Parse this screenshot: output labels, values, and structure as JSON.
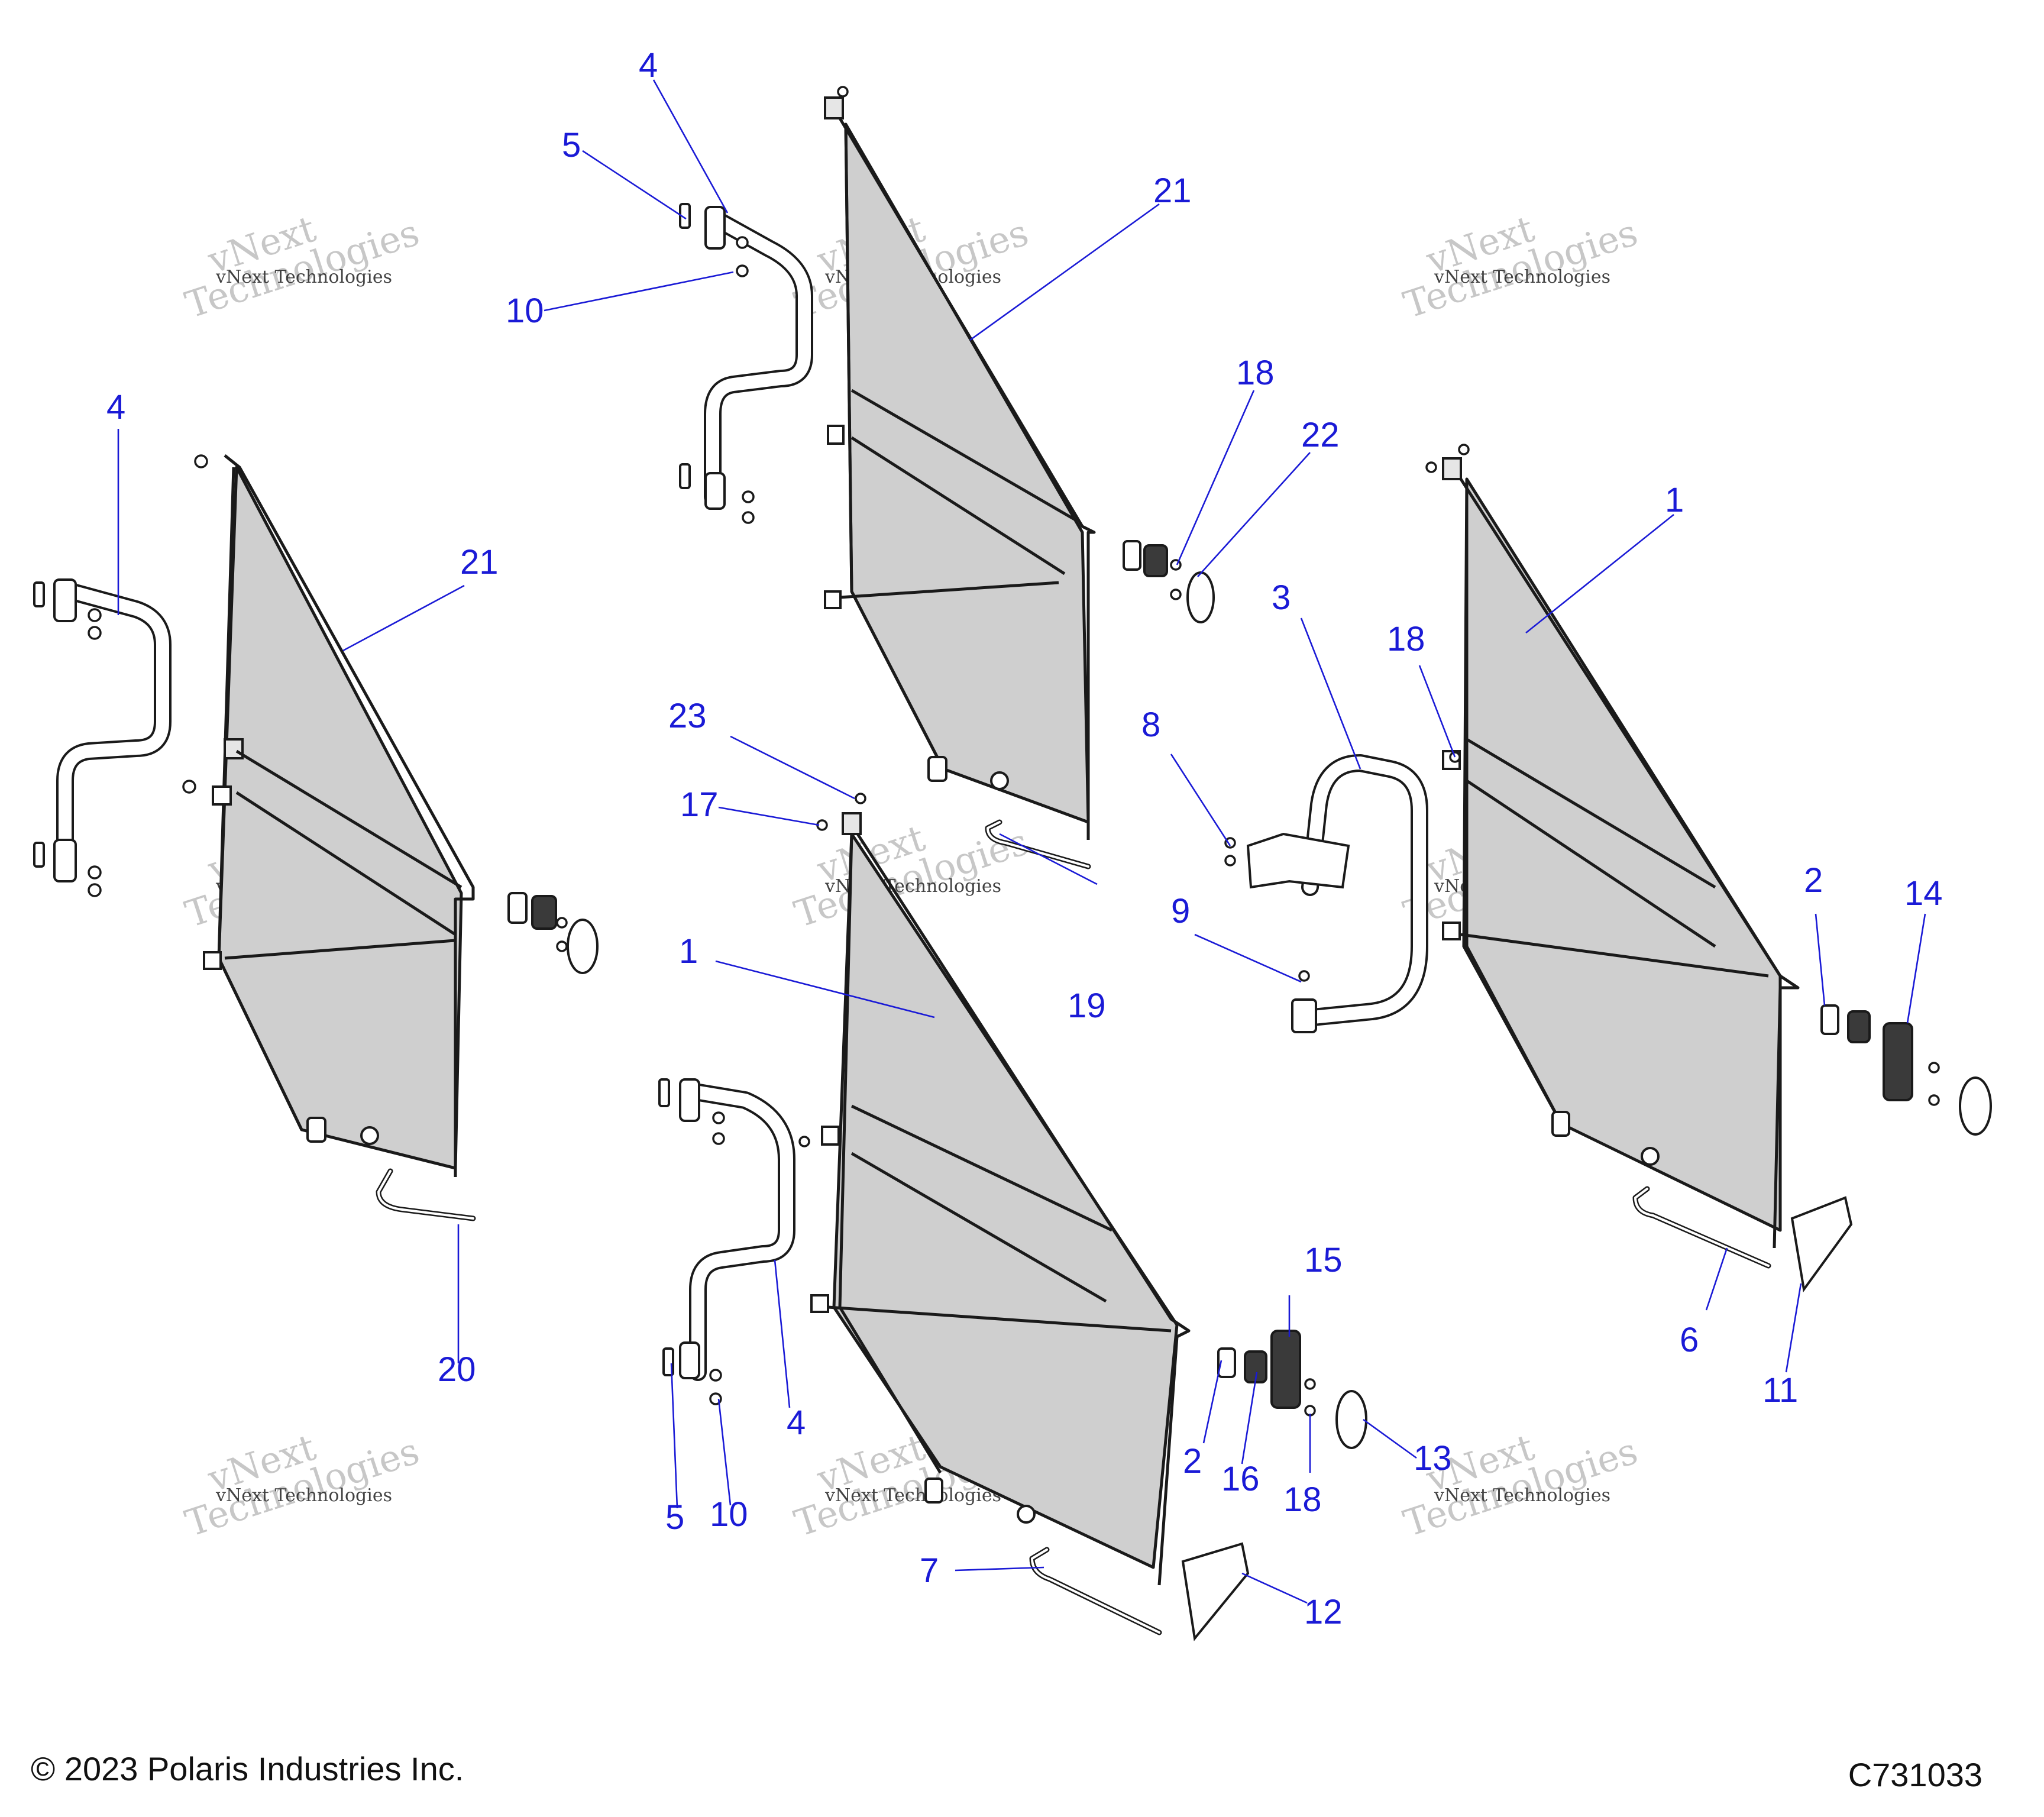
{
  "callouts": [
    "1",
    "2",
    "3",
    "4",
    "5",
    "6",
    "7",
    "8",
    "9",
    "10",
    "11",
    "12",
    "13",
    "14",
    "15",
    "16",
    "17",
    "18",
    "19",
    "20",
    "21",
    "22",
    "23"
  ],
  "watermark": {
    "line1": "vNext",
    "line2": "Technologies",
    "small": "vNext Technologies"
  },
  "footer": {
    "copyright": "© 2023 Polaris Industries Inc.",
    "drawing_number": "C731033"
  },
  "colors": {
    "callout": "#1a1ad6",
    "net_fill": "#cfcfcf",
    "line": "#1a1a1a"
  }
}
